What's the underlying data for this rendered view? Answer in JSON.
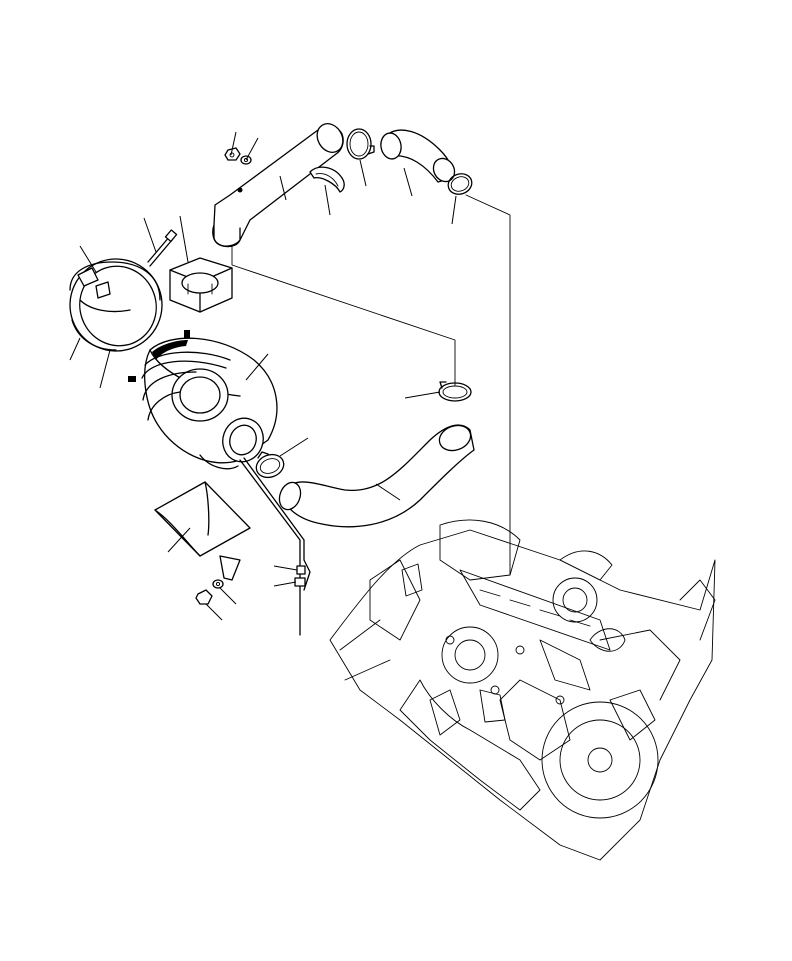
{
  "diagram": {
    "type": "exploded-parts-view",
    "colors": {
      "line": "#000000",
      "background": "#ffffff"
    },
    "labels": [],
    "parts": [
      "nut",
      "washer",
      "intake-elbow-pipe",
      "clamp-bracket",
      "hose-clamp-upper-1",
      "intake-hose-upper",
      "hose-clamp-upper-2",
      "bolt",
      "mounting-bracket",
      "mounting-band",
      "air-cleaner",
      "hose-clamp-lower-1",
      "intake-hose-lower",
      "hose-clamp-lower-2",
      "dust-valve-guard",
      "guard-bolt",
      "guard-washer",
      "dipstick-clip",
      "engine-assembly"
    ]
  }
}
